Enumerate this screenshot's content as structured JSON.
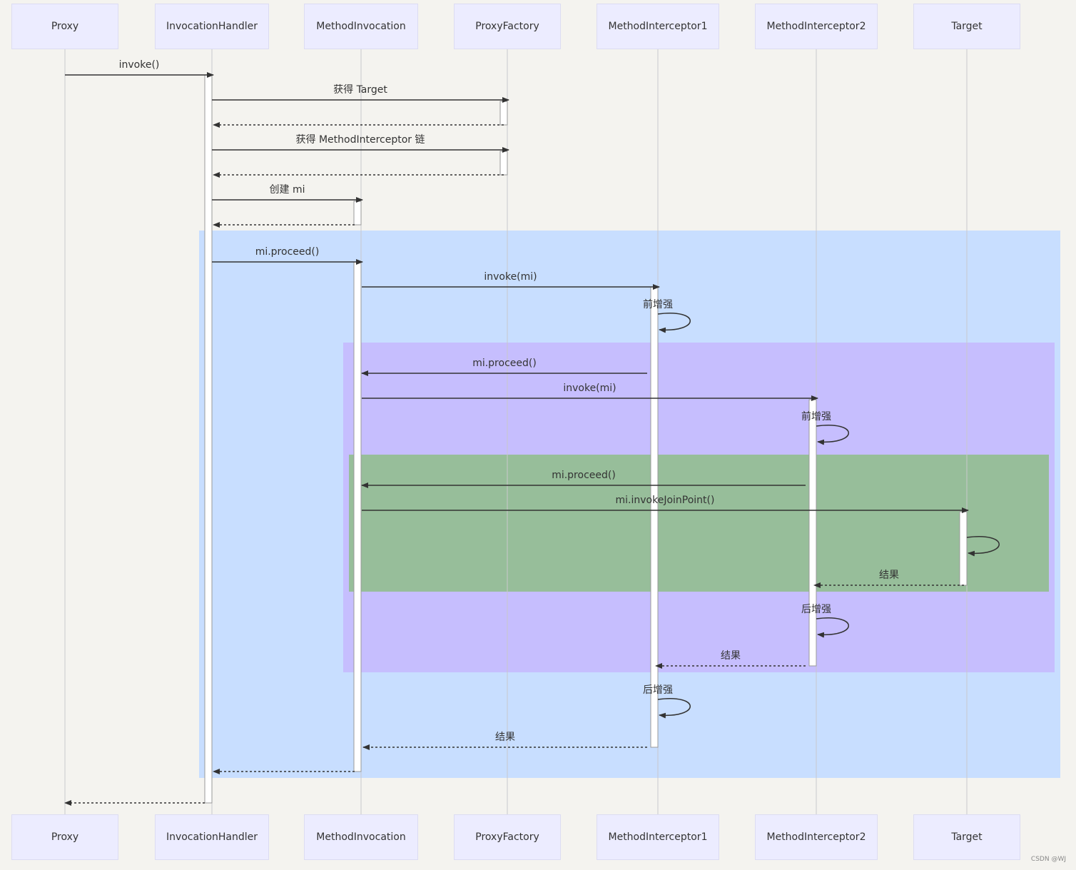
{
  "participants": [
    "Proxy",
    "InvocationHandler",
    "MethodInvocation",
    "ProxyFactory",
    "MethodInterceptor1",
    "MethodInterceptor2",
    "Target"
  ],
  "messages": [
    {
      "from": 0,
      "to": 1,
      "label": "invoke()",
      "type": "call"
    },
    {
      "from": 1,
      "to": 3,
      "label": "获得 Target",
      "type": "call"
    },
    {
      "from": 3,
      "to": 1,
      "label": "",
      "type": "return"
    },
    {
      "from": 1,
      "to": 3,
      "label": "获得 MethodInterceptor 链",
      "type": "call"
    },
    {
      "from": 3,
      "to": 1,
      "label": "",
      "type": "return"
    },
    {
      "from": 1,
      "to": 2,
      "label": "创建 mi",
      "type": "call"
    },
    {
      "from": 2,
      "to": 1,
      "label": "",
      "type": "return"
    },
    {
      "from": 1,
      "to": 2,
      "label": "mi.proceed()",
      "type": "call"
    },
    {
      "from": 2,
      "to": 4,
      "label": "invoke(mi)",
      "type": "call"
    },
    {
      "from": 4,
      "to": 4,
      "label": "前增强",
      "type": "self"
    },
    {
      "from": 4,
      "to": 2,
      "label": "mi.proceed()",
      "type": "call"
    },
    {
      "from": 2,
      "to": 5,
      "label": "invoke(mi)",
      "type": "call"
    },
    {
      "from": 5,
      "to": 5,
      "label": "前增强",
      "type": "self"
    },
    {
      "from": 5,
      "to": 2,
      "label": "mi.proceed()",
      "type": "call"
    },
    {
      "from": 2,
      "to": 6,
      "label": "mi.invokeJoinPoint()",
      "type": "call"
    },
    {
      "from": 6,
      "to": 6,
      "label": "",
      "type": "self"
    },
    {
      "from": 6,
      "to": 5,
      "label": "结果",
      "type": "return"
    },
    {
      "from": 5,
      "to": 5,
      "label": "后增强",
      "type": "self"
    },
    {
      "from": 5,
      "to": 4,
      "label": "结果",
      "type": "return"
    },
    {
      "from": 4,
      "to": 4,
      "label": "后增强",
      "type": "self"
    },
    {
      "from": 4,
      "to": 2,
      "label": "结果",
      "type": "return"
    },
    {
      "from": 2,
      "to": 1,
      "label": "",
      "type": "return"
    },
    {
      "from": 1,
      "to": 0,
      "label": "",
      "type": "return"
    }
  ],
  "colors": {
    "background": "#f4f3ef",
    "actor_fill": "#ececff",
    "actor_border": "#dcdcf2",
    "lifeline": "#c8c8cc",
    "region_outer": "#c8deff",
    "region_middle": "#c6befe",
    "region_inner": "#97be9a",
    "arrow": "#333333"
  },
  "watermark": "CSDN @WJ"
}
